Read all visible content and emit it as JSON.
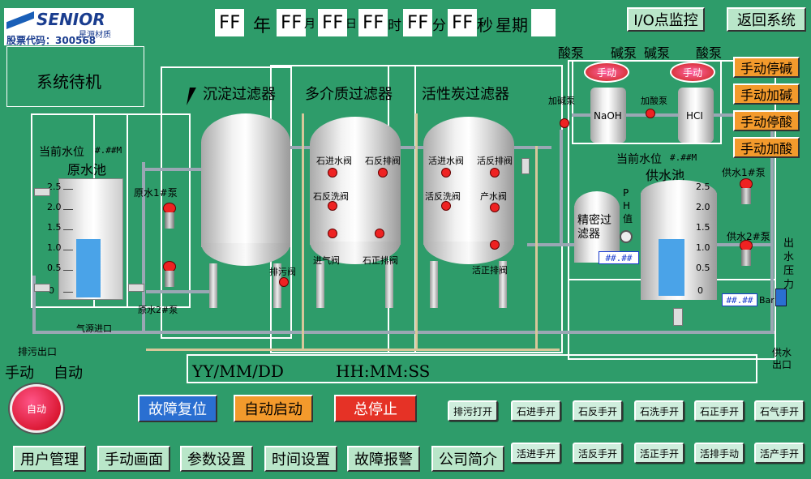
{
  "logo": {
    "brand": "SENIOR",
    "cn": "星源材质",
    "stock": "股票代码：300568"
  },
  "datetime_header": {
    "ff": "FF",
    "year": "年",
    "month": "月",
    "day": "日",
    "hour": "时",
    "minute": "分",
    "second": "秒",
    "weekday": "星期"
  },
  "top_buttons": {
    "io_monitor": "I/O点监控",
    "back": "返回系统"
  },
  "status": "系统待机",
  "filters": {
    "sediment": "沉淀过滤器",
    "multimedia": "多介质过滤器",
    "carbon": "活性炭过滤器"
  },
  "raw_tank": {
    "level_label": "当前水位",
    "level_value": "#.##M",
    "name": "原水池",
    "scale": [
      "2.5",
      "2.0",
      "1.5",
      "1.0",
      "0.5",
      "0"
    ]
  },
  "supply_tank": {
    "level_label": "当前水位",
    "level_value": "#.##M",
    "name": "供水池",
    "scale": [
      "2.5",
      "2.0",
      "1.5",
      "1.0",
      "0.5",
      "0"
    ]
  },
  "pumps": {
    "raw1": "原水1#泵",
    "raw2": "原水2#泵",
    "supply1": "供水1#泵",
    "supply2": "供水2#泵",
    "acid_add": "加酸泵",
    "base_add": "加碱泵"
  },
  "valves": {
    "stone_in": "石进水阀",
    "stone_back": "石反排阀",
    "stone_wash": "石反洗阀",
    "air_in": "进气阀",
    "stone_pos": "石正排阀",
    "carbon_in": "活进水阀",
    "carbon_back": "活反排阀",
    "carbon_wash": "活反洗阀",
    "product": "产水阀",
    "carbon_pos": "活正排阀",
    "drain": "排污阀"
  },
  "chem": {
    "acid_pump": "酸泵",
    "base_pump": "碱泵",
    "base_pump2": "碱泵",
    "acid_pump2": "酸泵",
    "naoh": "NaOH",
    "hcl": "HCI",
    "manual_badge": "手动"
  },
  "ph": {
    "label": "P H 值",
    "value": "##.##"
  },
  "precision_filter": "精密过滤器",
  "outlet": {
    "pressure_label": "出水压力",
    "pressure_value": "##.##",
    "unit": "Bar",
    "supply_outlet": "供水出口"
  },
  "misc": {
    "air_inlet": "气源进口",
    "drain_outlet": "排污出口"
  },
  "manual_chem_buttons": [
    "手动停碱",
    "手动加碱",
    "手动停酸",
    "手动加酸"
  ],
  "mode": {
    "manual": "手动",
    "auto": "自动",
    "knob_label": "自动"
  },
  "datetime_footer": {
    "date": "YY/MM/DD",
    "time": "HH:MM:SS"
  },
  "control_buttons": {
    "reset": "故障复位",
    "auto_start": "自动启动",
    "stop": "总停止"
  },
  "nav_buttons": [
    "用户管理",
    "手动画面",
    "参数设置",
    "时间设置",
    "故障报警",
    "公司简介"
  ],
  "manual_row1": [
    "排污打开",
    "石进手开",
    "石反手开",
    "石洗手开",
    "石正手开",
    "石气手开"
  ],
  "manual_row2": [
    "活进手开",
    "活反手开",
    "活正手开",
    "活排手动",
    "活产手开"
  ],
  "colors": {
    "background": "#2e9c6a",
    "water": "#4aa3e8",
    "accent_orange": "#f39a2c",
    "stop_red": "#e53226",
    "reset_blue": "#2a6fd1"
  }
}
